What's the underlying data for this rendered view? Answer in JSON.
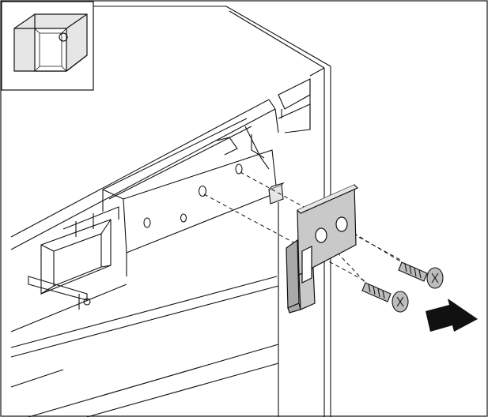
{
  "diagram": {
    "colors": {
      "line": "#111111",
      "bracket_fill": "#c9c9c9",
      "bracket_shade": "#a9a9a9",
      "screw_fill": "#bdbdbd",
      "arrow_fill": "#111111",
      "background": "#ffffff"
    },
    "parts": {
      "cabinet": "appliance-cabinet",
      "inset": "location-inset-view",
      "bracket": "mounting-bracket",
      "screws": 2,
      "arrow": "push-direction-arrow"
    }
  }
}
